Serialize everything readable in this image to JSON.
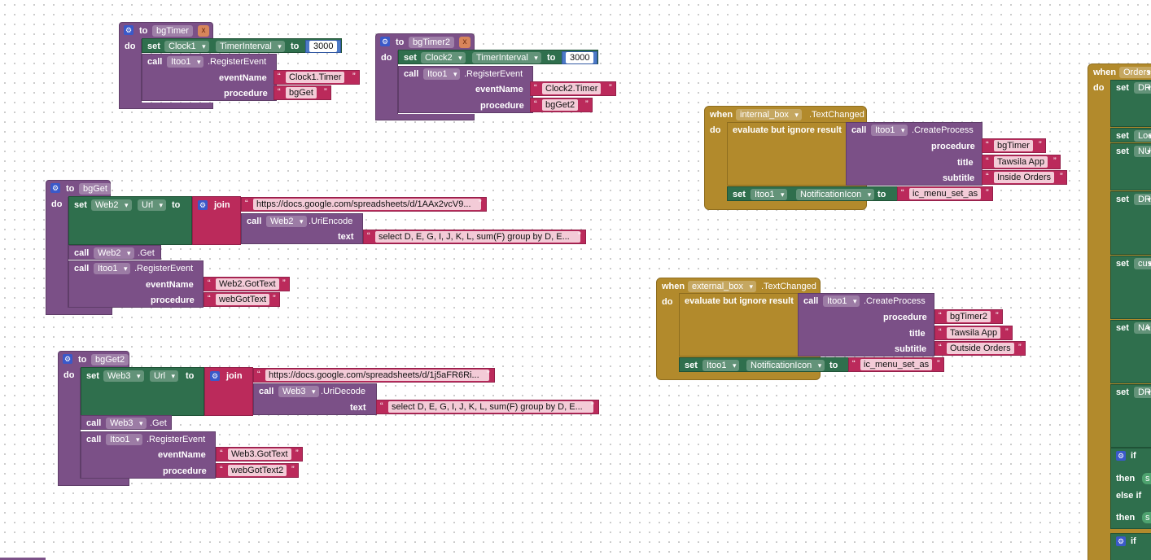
{
  "bgTimer": {
    "to": "to",
    "name": "bgTimer",
    "do": "do",
    "set": "set",
    "comp": "Clock1",
    "prop": "TimerInterval",
    "to2": "to",
    "val": "3000",
    "call": "call",
    "comp2": "Itoo1",
    "method": ".RegisterEvent",
    "arg1": "eventName",
    "v1": "Clock1.Timer",
    "arg2": "procedure",
    "v2": "bgGet"
  },
  "bgTimer2": {
    "to": "to",
    "name": "bgTimer2",
    "do": "do",
    "set": "set",
    "comp": "Clock2",
    "prop": "TimerInterval",
    "to2": "to",
    "val": "3000",
    "call": "call",
    "comp2": "Itoo1",
    "method": ".RegisterEvent",
    "arg1": "eventName",
    "v1": "Clock2.Timer",
    "arg2": "procedure",
    "v2": "bgGet2"
  },
  "bgGet": {
    "to": "to",
    "name": "bgGet",
    "do": "do",
    "set": "set",
    "comp": "Web2",
    "prop": "Url",
    "to2": "to",
    "join": "join",
    "url": "https://docs.google.com/spreadsheets/d/1AAx2vcV9...",
    "call": "call",
    "encComp": "Web2",
    "enc": ".UriEncode",
    "text": "text",
    "query": "select D, E, G, I, J, K, L, sum(F) group by D, E...",
    "getComp": "Web2",
    "get": ".Get",
    "regComp": "Itoo1",
    "reg": ".RegisterEvent",
    "arg1": "eventName",
    "v1": "Web2.GotText",
    "arg2": "procedure",
    "v2": "webGotText"
  },
  "bgGet2": {
    "to": "to",
    "name": "bgGet2",
    "do": "do",
    "set": "set",
    "comp": "Web3",
    "prop": "Url",
    "to2": "to",
    "join": "join",
    "url": "https://docs.google.com/spreadsheets/d/1j5aFR6Ri...",
    "call": "call",
    "encComp": "Web3",
    "enc": ".UriDecode",
    "text": "text",
    "query": "select D, E, G, I, J, K, L, sum(F) group by D, E...",
    "getComp": "Web3",
    "get": ".Get",
    "regComp": "Itoo1",
    "reg": ".RegisterEvent",
    "arg1": "eventName",
    "v1": "Web3.GotText",
    "arg2": "procedure",
    "v2": "webGotText2"
  },
  "internal": {
    "when": "when",
    "comp": "internal_box",
    "evt": ".TextChanged",
    "do": "do",
    "eval": "evaluate but ignore result",
    "call": "call",
    "comp2": "Itoo1",
    "method": ".CreateProcess",
    "a1": "procedure",
    "v1": "bgTimer",
    "a2": "title",
    "v2": "Tawsila App",
    "a3": "subtitle",
    "v3": "Inside Orders",
    "set": "set",
    "comp3": "Itoo1",
    "prop": "NotificationIcon",
    "to": "to",
    "v4": "ic_menu_set_as"
  },
  "external": {
    "when": "when",
    "comp": "external_box",
    "evt": ".TextChanged",
    "do": "do",
    "eval": "evaluate but ignore result",
    "call": "call",
    "comp2": "Itoo1",
    "method": ".CreateProcess",
    "a1": "procedure",
    "v1": "bgTimer2",
    "a2": "title",
    "v2": "Tawsila App",
    "a3": "subtitle",
    "v3": "Outside Orders",
    "set": "set",
    "comp3": "Itoo1",
    "prop": "NotificationIcon",
    "to": "to",
    "v4": "ic_menu_set_as"
  },
  "orders": {
    "when": "when",
    "comp": "Orders",
    "do": "do",
    "sets": [
      "DR",
      "Loc",
      "NU",
      "DR",
      "cus",
      "NA",
      "DR"
    ],
    "set": "set",
    "if1": "if",
    "then1": "then",
    "elseif": "else if",
    "then2": "then",
    "if2": "if",
    "s": "s"
  },
  "colors": {
    "procedure": "#7b5087",
    "setter": "#2f6f4d",
    "event": "#b28a2c",
    "text": "#bb2a5b",
    "number": "#4c79c7"
  }
}
